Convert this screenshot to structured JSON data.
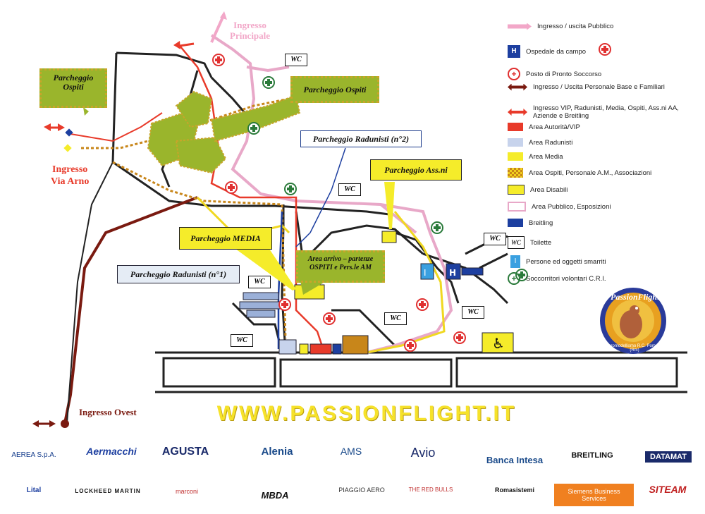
{
  "map": {
    "labels": {
      "ingresso_principale": "Ingresso\nPrincipale",
      "ingresso_via_arno": "Ingresso\nVia Arno",
      "ingresso_ovest": "Ingresso Ovest",
      "parcheggio_ospiti_1": "Parcheggio\nOspiti",
      "parcheggio_ospiti_2": "Parcheggio Ospiti",
      "parcheggio_radunisti_2": "Parcheggio Radunisti (n°2)",
      "parcheggio_assni": "Parcheggio Ass.ni",
      "parcheggio_media": "Parcheggio MEDIA",
      "parcheggio_radunisti_1": "Parcheggio Radunisti (n°1)",
      "area_arrivo": "Area arrivo – partenze\nOSPITI e Pers.le AM",
      "wc": "WC",
      "website": "WWW.PASSIONFLIGHT.IT",
      "logo_text": "PassionFlight",
      "logo_sub": "Aeromodellismo R.C. Pomezia (Rm)"
    }
  },
  "legend": [
    {
      "id": "ingresso-pubblico",
      "text": "Ingresso / uscita  Pubblico",
      "color": "#f2a7c8"
    },
    {
      "id": "ospedale",
      "text": "Ospedale da campo",
      "color": "#1d3fa0",
      "glyph": "H"
    },
    {
      "id": "pronto-soccorso",
      "text": "Posto di Pronto Soccorso",
      "color": "#e03030"
    },
    {
      "id": "ingresso-personale",
      "text": "Ingresso / Uscita Personale Base e Familiari",
      "color": "#7a1a10"
    },
    {
      "id": "ingresso-vip",
      "text": "Ingresso VIP, Radunisti, Media, Ospiti, Ass.ni AA, Aziende e Breitling",
      "color": "#e83a2a"
    },
    {
      "id": "area-autorita",
      "text": "Area  Autorità/VIP",
      "color": "#e83a2a"
    },
    {
      "id": "area-radunisti",
      "text": "Area Radunisti",
      "color": "#c7d3ec"
    },
    {
      "id": "area-media",
      "text": "Area Media",
      "color": "#f5ec2a"
    },
    {
      "id": "area-ospiti",
      "text": "Area  Ospiti, Personale A.M., Associazioni",
      "color": "#c8861a"
    },
    {
      "id": "area-disabili",
      "text": "Area Disabili",
      "color": "#f5ec2a"
    },
    {
      "id": "area-pubblico",
      "text": "Area Pubblico, Esposizioni",
      "color": "#e8a8c8"
    },
    {
      "id": "breitling",
      "text": "Breitling",
      "color": "#1d3fa0"
    },
    {
      "id": "toilette",
      "text": "Toilette",
      "glyph": "WC"
    },
    {
      "id": "oggetti-smarriti",
      "text": "Persone ed oggetti smarriti",
      "color": "#3aa0e0",
      "glyph": "I"
    },
    {
      "id": "soccorritori",
      "text": "Soccorritori volontari  C.R.I.",
      "color": "#2a7a3a"
    }
  ],
  "sponsors": [
    "AEREA S.p.A.",
    "Aermacchi",
    "AGUSTA",
    "Alenia",
    "AMS",
    "Avio",
    "Banca Intesa",
    "BREITLING",
    "DATAMAT",
    "Lital",
    "LOCKHEED MARTIN",
    "marconi",
    "MBDA",
    "PIAGGIO AERO",
    "THE RED BULLS",
    "Romasistemi",
    "Siemens Business Services",
    "SITEAM"
  ]
}
